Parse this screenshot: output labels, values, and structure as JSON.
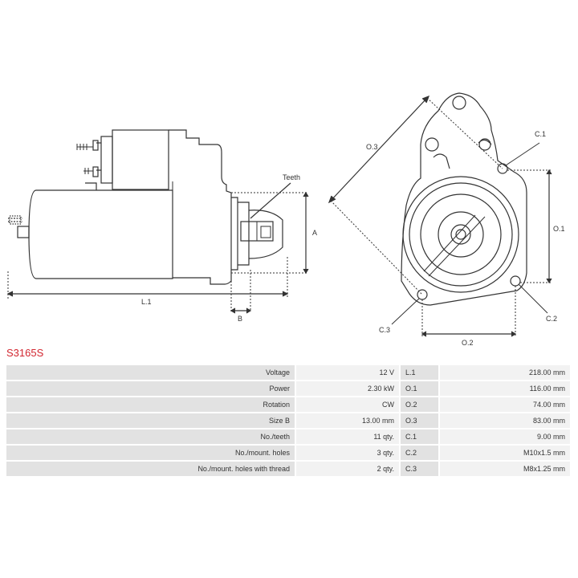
{
  "part_number": "S3165S",
  "colors": {
    "part_number": "#d22630",
    "line": "#333333",
    "label_cell": "#e2e2e2",
    "value_cell": "#f2f2f2"
  },
  "drawing": {
    "side_view": {
      "teeth": "Teeth",
      "a": "A",
      "l1": "L.1",
      "b": "B"
    },
    "front_view": {
      "o3": "O.3",
      "c1": "C.1",
      "o1": "O.1",
      "c2": "C.2",
      "c3": "C.3",
      "o2": "O.2"
    }
  },
  "specs": [
    {
      "label": "Voltage",
      "value": "12 V",
      "dim": "L.1",
      "dim_value": "218.00 mm"
    },
    {
      "label": "Power",
      "value": "2.30 kW",
      "dim": "O.1",
      "dim_value": "116.00 mm"
    },
    {
      "label": "Rotation",
      "value": "CW",
      "dim": "O.2",
      "dim_value": "74.00 mm"
    },
    {
      "label": "Size B",
      "value": "13.00 mm",
      "dim": "O.3",
      "dim_value": "83.00 mm"
    },
    {
      "label": "No./teeth",
      "value": "11 qty.",
      "dim": "C.1",
      "dim_value": "9.00 mm"
    },
    {
      "label": "No./mount. holes",
      "value": "3 qty.",
      "dim": "C.2",
      "dim_value": "M10x1.5 mm"
    },
    {
      "label": "No./mount. holes with thread",
      "value": "2 qty.",
      "dim": "C.3",
      "dim_value": "M8x1.25 mm"
    }
  ]
}
